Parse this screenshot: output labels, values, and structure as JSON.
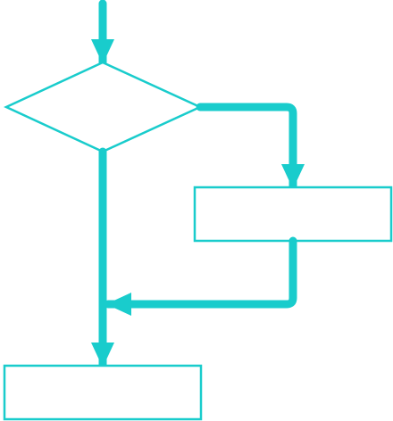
{
  "diagram": {
    "accent_color": "#19CCCC",
    "nodes": [
      {
        "id": "decision",
        "shape": "diamond",
        "label": ""
      },
      {
        "id": "process-right",
        "shape": "rectangle",
        "label": ""
      },
      {
        "id": "process-bottom",
        "shape": "rectangle",
        "label": ""
      }
    ],
    "edges": [
      {
        "from": "entry",
        "to": "decision",
        "label": ""
      },
      {
        "from": "decision",
        "to": "process-right",
        "label": ""
      },
      {
        "from": "process-right",
        "to": "merge-point",
        "label": ""
      },
      {
        "from": "decision",
        "to": "process-bottom",
        "label": ""
      }
    ]
  }
}
